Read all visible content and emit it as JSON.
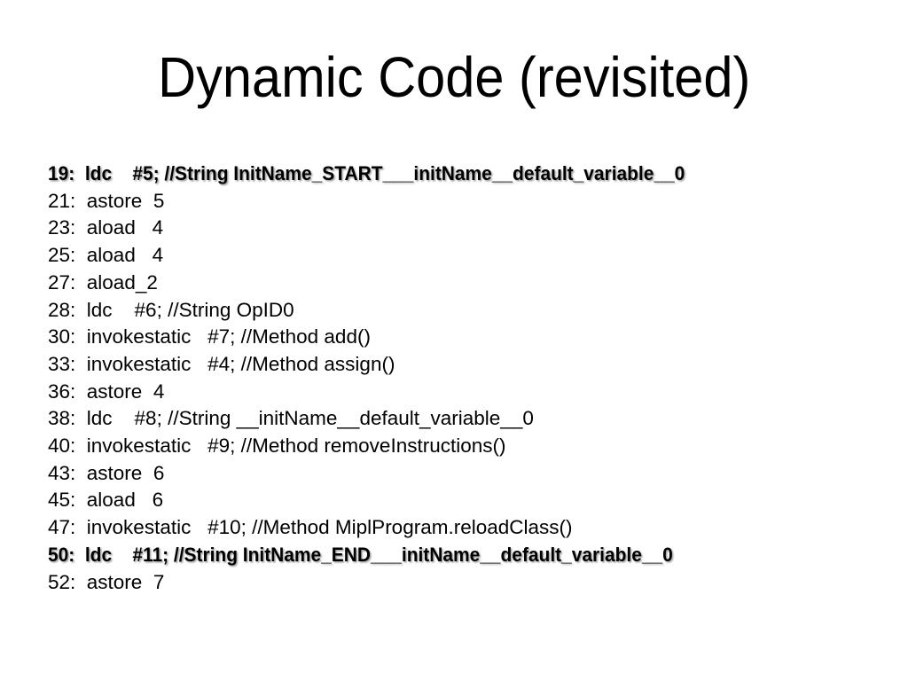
{
  "slide": {
    "title": "Dynamic Code (revisited)",
    "colors": {
      "background": "#ffffff",
      "text": "#000000"
    },
    "code_lines": [
      {
        "text": "19:  ldc    #5; //String InitName_START___initName__default_variable__0",
        "bold": true
      },
      {
        "text": "21:  astore  5",
        "bold": false
      },
      {
        "text": "23:  aload   4",
        "bold": false
      },
      {
        "text": "25:  aload   4",
        "bold": false
      },
      {
        "text": "27:  aload_2",
        "bold": false
      },
      {
        "text": "28:  ldc    #6; //String OpID0",
        "bold": false
      },
      {
        "text": "30:  invokestatic   #7; //Method add()",
        "bold": false
      },
      {
        "text": "33:  invokestatic   #4; //Method assign()",
        "bold": false
      },
      {
        "text": "36:  astore  4",
        "bold": false
      },
      {
        "text": "38:  ldc    #8; //String __initName__default_variable__0",
        "bold": false
      },
      {
        "text": "40:  invokestatic   #9; //Method removeInstructions()",
        "bold": false
      },
      {
        "text": "43:  astore  6",
        "bold": false
      },
      {
        "text": "45:  aload   6",
        "bold": false
      },
      {
        "text": "47:  invokestatic   #10; //Method MiplProgram.reloadClass()",
        "bold": false
      },
      {
        "text": "50:  ldc    #11; //String InitName_END___initName__default_variable__0",
        "bold": true
      },
      {
        "text": "52:  astore  7",
        "bold": false
      }
    ]
  }
}
